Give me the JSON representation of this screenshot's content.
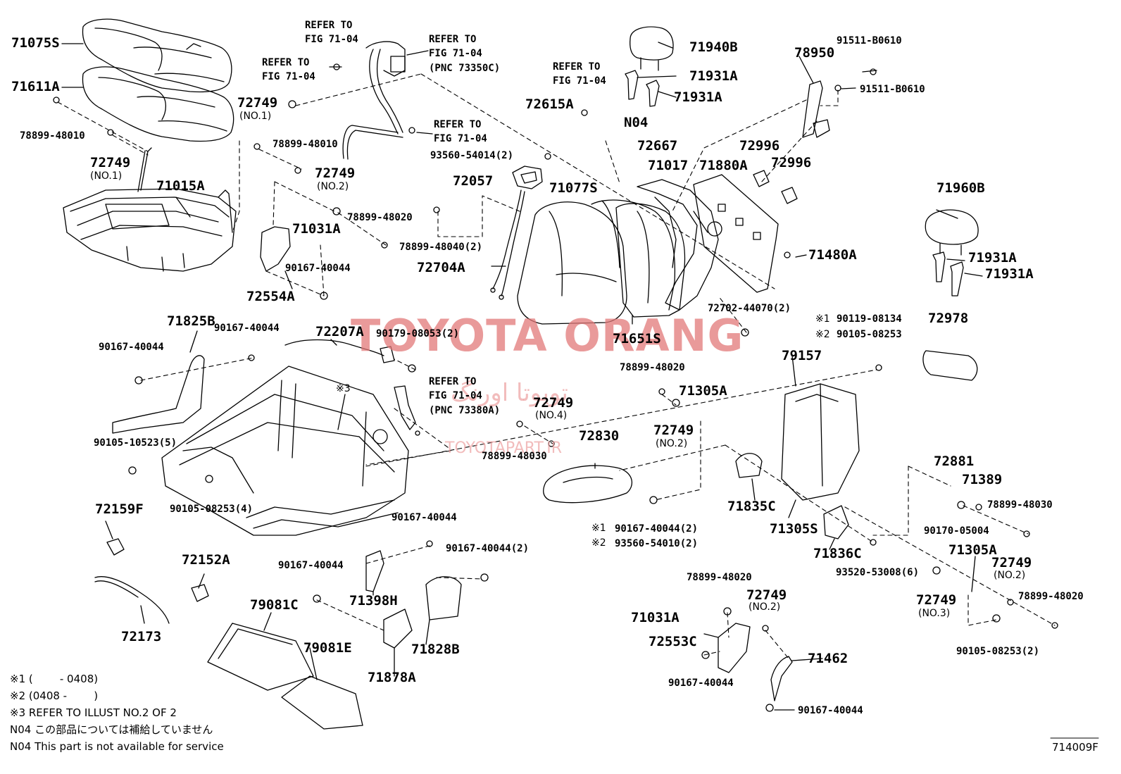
{
  "watermark": {
    "brand": "TOYOTA ORANG",
    "arabic": "تویوتا اورنگ",
    "site": "TOYOTAPART.IR"
  },
  "figure_id": "714009F",
  "refs": {
    "r1": "REFER TO\nFIG 71-04",
    "r2": "REFER TO\nFIG 71-04",
    "r3": "REFER TO\nFIG 71-04\n(PNC 73350C)",
    "r4": "REFER TO\nFIG 71-04",
    "r5": "REFER TO\nFIG 71-04",
    "r6": "REFER TO\nFIG 71-04\n(PNC 73380A)"
  },
  "parts": {
    "p71075S": "71075S",
    "p71611A": "71611A",
    "p78899_48010a": "78899-48010",
    "p72749_a": "72749",
    "p72749_a_sub": "(NO.1)",
    "p71015A": "71015A",
    "p72749_b": "72749",
    "p72749_b_sub": "(NO.1)",
    "p78899_48010b": "78899-48010",
    "p72749_c": "72749",
    "p72749_c_sub": "(NO.2)",
    "p78899_48020a": "78899-48020",
    "p71031A_a": "71031A",
    "p90167_40044_a": "90167-40044",
    "p72554A": "72554A",
    "p93560_54014": "93560-54014(2)",
    "p72057": "72057",
    "p78899_48040": "78899-48040(2)",
    "p72704A": "72704A",
    "p71077S": "71077S",
    "p72615A": "72615A",
    "pN04": "N04",
    "p71940B": "71940B",
    "p71931A_a": "71931A",
    "p71931A_b": "71931A",
    "p72667": "72667",
    "p71017": "71017",
    "p71880A": "71880A",
    "p72996_a": "72996",
    "p72996_b": "72996",
    "p78950": "78950",
    "p91511_a": "91511-B0610",
    "p91511_b": "91511-B0610",
    "p71960B": "71960B",
    "p71931A_c": "71931A",
    "p71931A_d": "71931A",
    "p71480A": "71480A",
    "p72702": "72702-44070(2)",
    "p71651S": "71651S",
    "p71825B": "71825B",
    "p90167_40044_b": "90167-40044",
    "p90167_40044_c": "90167-40044",
    "p72207A": "72207A",
    "p90179": "90179-08053(2)",
    "pX3": "※3",
    "p90105_10523": "90105-10523(5)",
    "p90105_08253a": "90105-08253(4)",
    "p72749_d": "72749",
    "p72749_d_sub": "(NO.4)",
    "p72830": "72830",
    "p78899_48030a": "78899-48030",
    "p78899_48020b": "78899-48020",
    "p71305A_a": "71305A",
    "p72749_e": "72749",
    "p72749_e_sub": "(NO.2)",
    "pX1a": "※1",
    "p90119": "90119-08134",
    "pX2a": "※2",
    "p90105_08253b": "90105-08253",
    "p72978": "72978",
    "p79157": "79157",
    "p71835C": "71835C",
    "p71305S": "71305S",
    "p72881": "72881",
    "p71389": "71389",
    "p78899_48030b": "78899-48030",
    "p90170": "90170-05004",
    "p71836C": "71836C",
    "p93520": "93520-53008(6)",
    "p71305A_b": "71305A",
    "p72749_f": "72749",
    "p72749_f_sub": "(NO.2)",
    "p78899_48020c": "78899-48020",
    "p72749_g": "72749",
    "p72749_g_sub": "(NO.3)",
    "p90105_08253c": "90105-08253(2)",
    "pX1b": "※1",
    "p90167_40044_d": "90167-40044(2)",
    "pX2b": "※2",
    "p93560_54010": "93560-54010(2)",
    "p72159F": "72159F",
    "p72152A": "72152A",
    "p72173": "72173",
    "p90167_40044_e": "90167-40044",
    "p90167_40044_f": "90167-40044(2)",
    "p90167_40044_g": "90167-40044",
    "p71398H": "71398H",
    "p79081C": "79081C",
    "p79081E": "79081E",
    "p71878A": "71878A",
    "p71828B": "71828B",
    "p78899_48020d": "78899-48020",
    "p72749_h": "72749",
    "p72749_h_sub": "(NO.2)",
    "p71031A_b": "71031A",
    "p72553C": "72553C",
    "p71462": "71462",
    "p90167_40044_h": "90167-40044",
    "p90167_40044_i": "90167-40044"
  },
  "notes": {
    "n1": "※1 (        - 0408)",
    "n2": "※2 (0408 -        )",
    "n3": "※3 REFER TO ILLUST NO.2 OF 2",
    "n4": "N04 この部品については補給していません",
    "n5": "N04 This part is not available for service"
  }
}
